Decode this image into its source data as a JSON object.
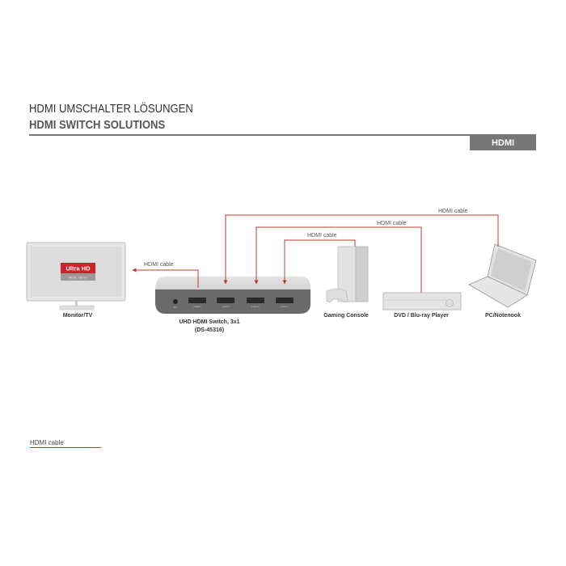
{
  "header": {
    "title_de": "HDMI UMSCHALTER LÖSUNGEN",
    "title_en": "HDMI SWITCH SOLUTIONS",
    "badge": "HDMI"
  },
  "diagram": {
    "monitor": {
      "label": "Monitor/TV",
      "badge_title": "Ultra HD",
      "badge_sub": "4K2K / 60 Hz"
    },
    "switch": {
      "label": "UHD HDMI Switch, 3x1",
      "model": "(DS-45316)",
      "ports": [
        "DC",
        "Output",
        "Input 3",
        "Input 2",
        "Input 1"
      ]
    },
    "devices": {
      "console": "Gaming Console",
      "player": "DVD / Blu-ray Player",
      "laptop": "PC/Notenook"
    },
    "cables": {
      "output": "HDMI cable",
      "laptop": "HDMI cable",
      "player": "HDMI cable",
      "console": "HDMI cable"
    },
    "cable_color": "#c0392b"
  },
  "legend": {
    "label": "HDMI cable"
  }
}
